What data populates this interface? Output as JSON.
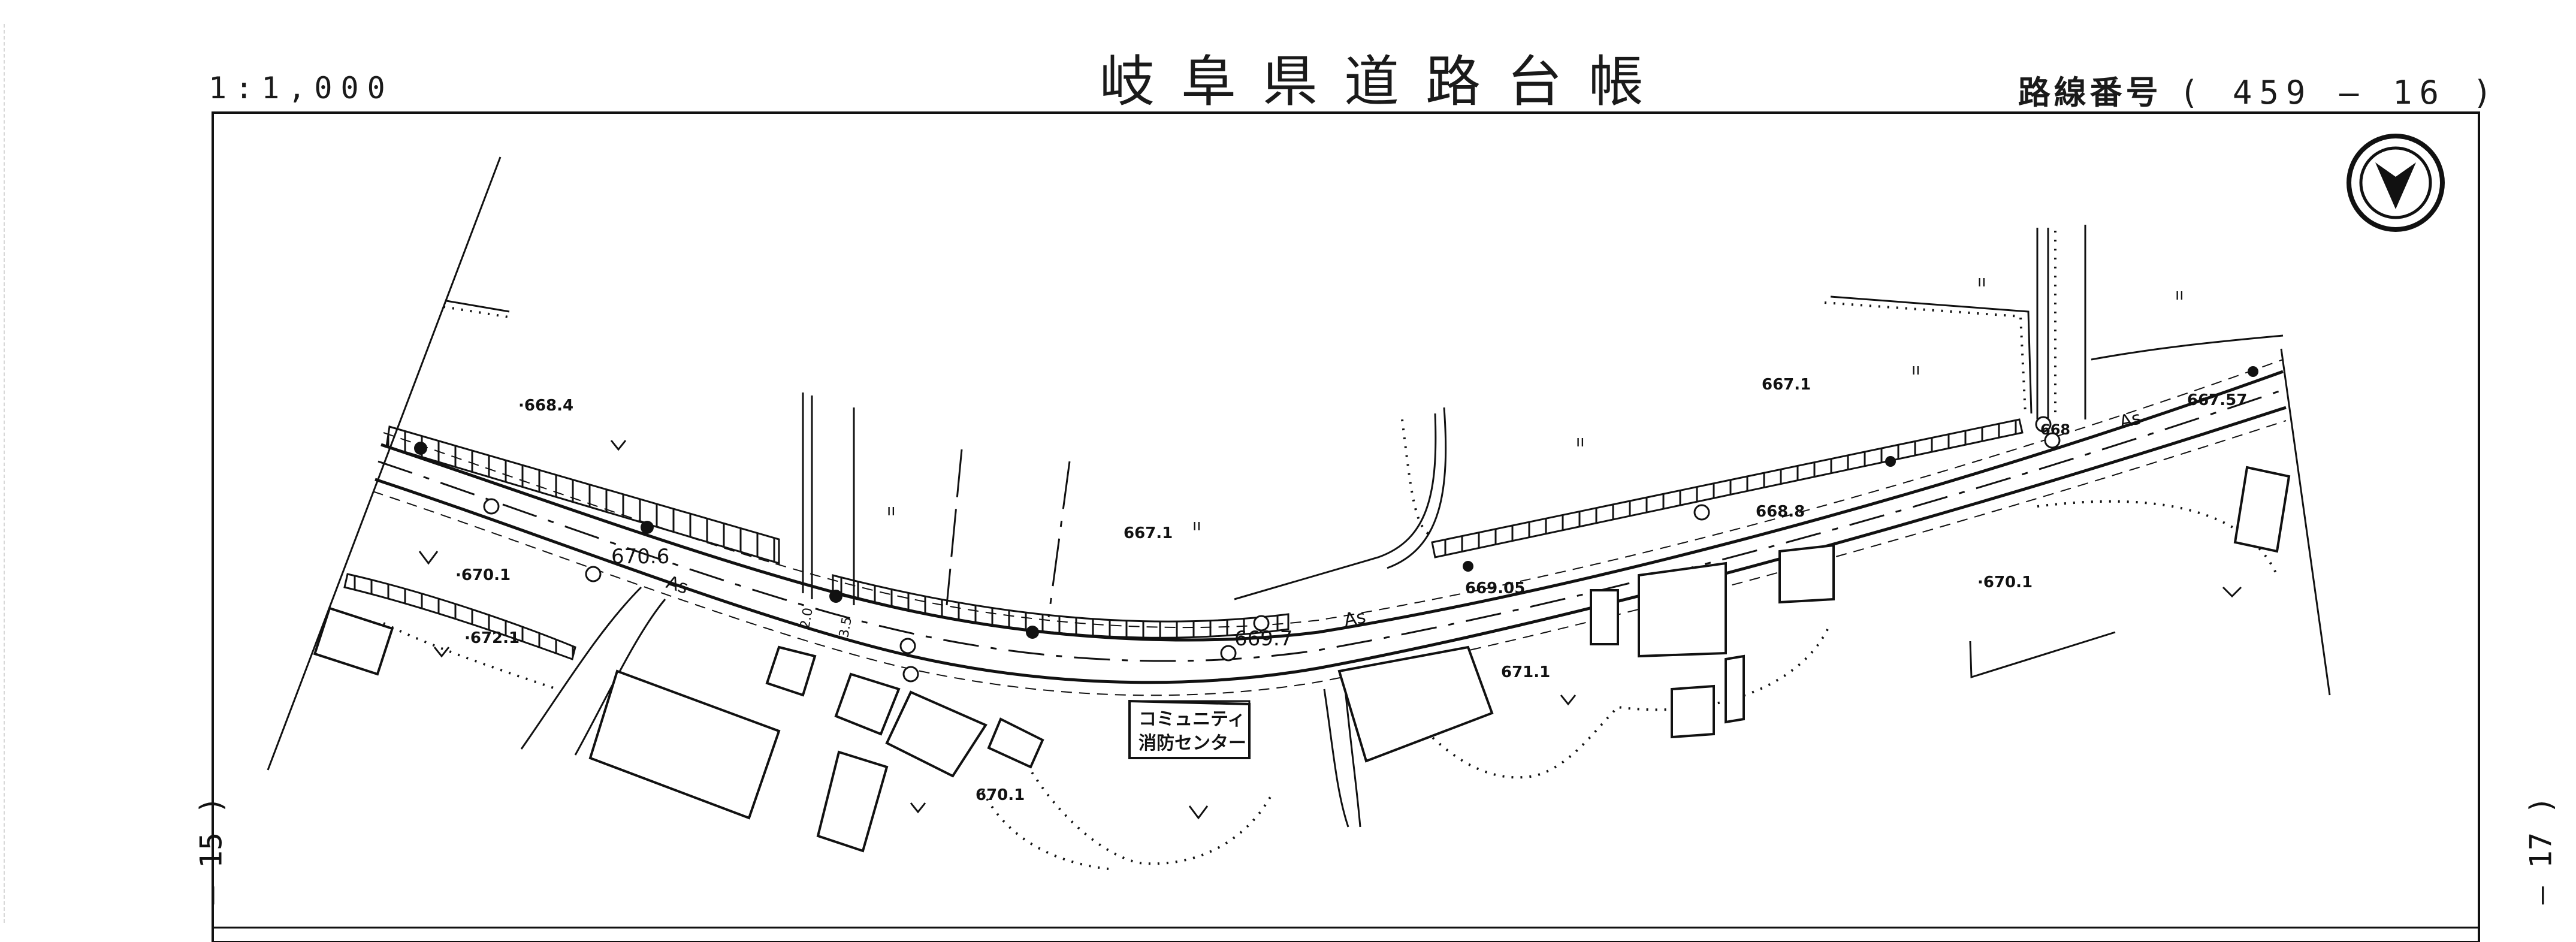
{
  "header": {
    "scale": "1:1,000",
    "title": "岐阜県道路台帳",
    "route_label": "路線番号",
    "route_value": "( 459 — 16 )"
  },
  "adjacent_sheets": {
    "left": "— 15 )",
    "right": "— 17 )"
  },
  "map": {
    "facility_label_line1": "コミュニティ",
    "facility_label_line2": "消防センター",
    "road_surface_marks": [
      "As",
      "As",
      "As"
    ],
    "elevations": [
      "·668.4",
      "·670.1",
      "·672.1",
      "670.6",
      "667.1",
      "669.7",
      "669.05",
      "668.8",
      "667.1",
      "668",
      "667.57",
      "·670.1",
      "671.1",
      "670.1"
    ],
    "markers": [
      "2.0",
      "3.5"
    ],
    "north_symbol": "north-arrow",
    "colors": {
      "ink": "#111111",
      "paper": "#ffffff"
    }
  }
}
